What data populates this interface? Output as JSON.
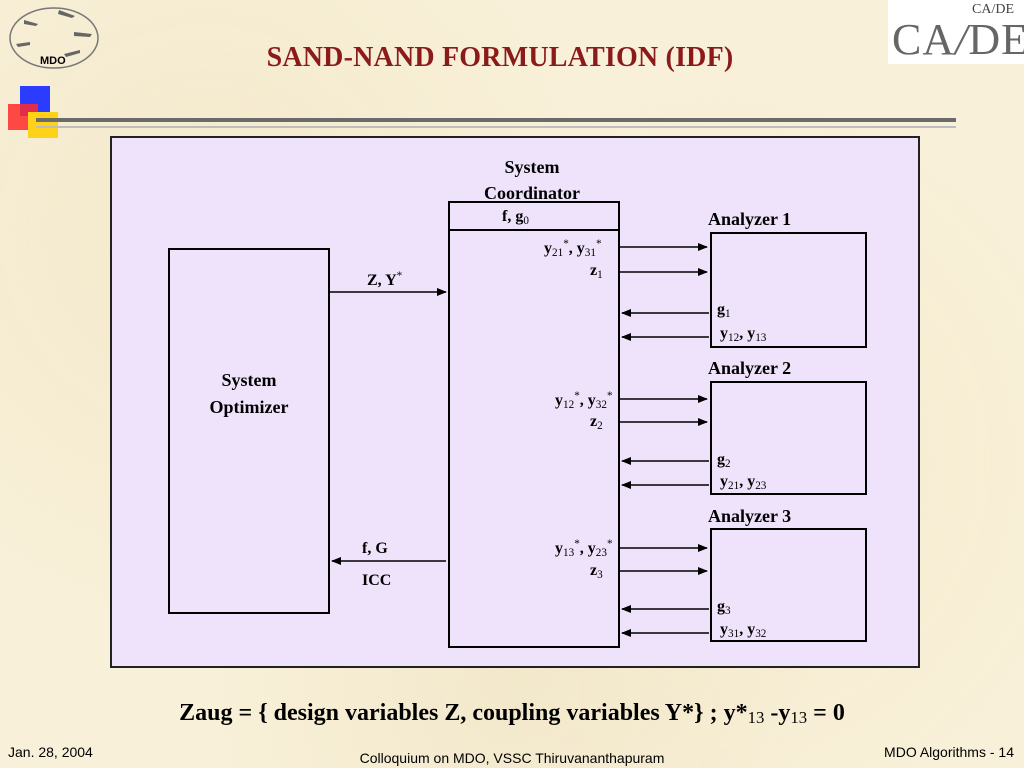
{
  "slide": {
    "title": "SAND-NAND FORMULATION (IDF)"
  },
  "logos": {
    "left_text": "MDO",
    "right_small": "CA/DE",
    "right_big_a": "CA",
    "right_slash": "/",
    "right_big_b": "DE"
  },
  "diagram": {
    "coordinator": {
      "label_line1": "System",
      "label_line2": "Coordinator",
      "header_main": "f, g",
      "header_sub": "0"
    },
    "optimizer": {
      "line1": "System",
      "line2": "Optimizer"
    },
    "opt_to_coord": {
      "main": "Z, Y",
      "sup": "*"
    },
    "coord_to_opt": {
      "line1": "f, G",
      "line2": "ICC"
    },
    "analyzers": [
      {
        "name": "Analyzer 1",
        "out_a": "y",
        "out_a_sub1": "21",
        "out_b": "y",
        "out_b_sub": "31",
        "star": "*",
        "z": "z",
        "z_sub": "1",
        "g": "g",
        "g_sub": "1",
        "y_in_a": "y",
        "y_in_a_sub": "12",
        "y_in_b": "y",
        "y_in_b_sub": "13"
      },
      {
        "name": "Analyzer 2",
        "out_a": "y",
        "out_a_sub1": "12",
        "out_b": "y",
        "out_b_sub": "32",
        "star": "*",
        "z": "z",
        "z_sub": "2",
        "g": "g",
        "g_sub": "2",
        "y_in_a": "y",
        "y_in_a_sub": "21",
        "y_in_b": "y",
        "y_in_b_sub": "23"
      },
      {
        "name": "Analyzer 3",
        "out_a": "y",
        "out_a_sub1": "13",
        "out_b": "y",
        "out_b_sub": "23",
        "star": "*",
        "z": "z",
        "z_sub": "3",
        "g": "g",
        "g_sub": "3",
        "y_in_a": "y",
        "y_in_a_sub": "31",
        "y_in_b": "y",
        "y_in_b_sub": "32"
      }
    ]
  },
  "equation": {
    "part1": "Zaug = { design variables Z, coupling variables Y*} ;  y*",
    "sub1": "13",
    "part2": " -y",
    "sub2": "13",
    "part3": " = 0"
  },
  "footer": {
    "date": "Jan. 28, 2004",
    "center": "Colloquium on MDO, VSSC Thiruvananthapuram",
    "right_label": "MDO Algorithms",
    "right_sep": " - ",
    "page": "14"
  },
  "colors": {
    "title": "#8b1a1a",
    "panel_fill": "#efe3fb",
    "background": "#f8f0d8"
  }
}
